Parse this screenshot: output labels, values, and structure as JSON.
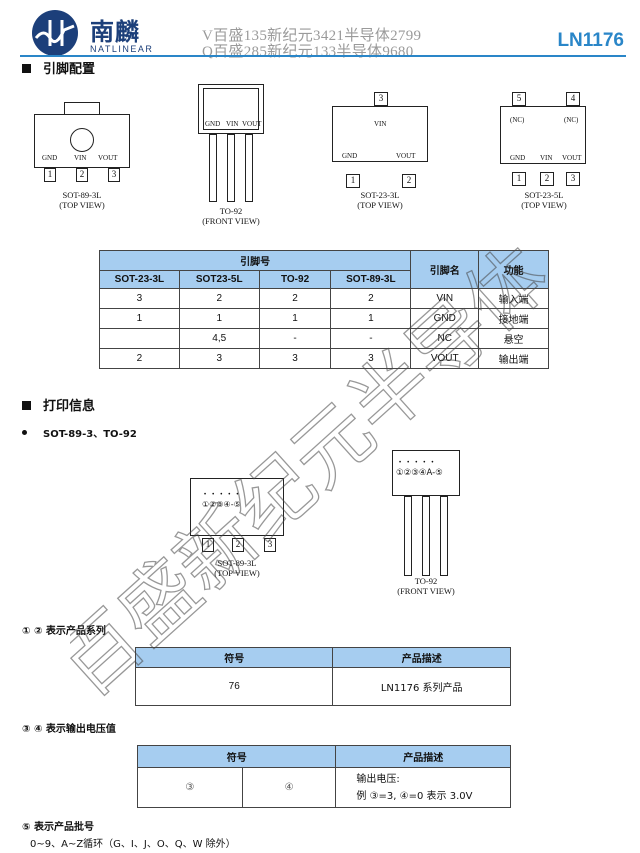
{
  "header": {
    "logo_cn": "南麟",
    "logo_en": "NATLINEAR",
    "contact_line_1": "V百盛135新纪元3421半导体2799",
    "contact_line_2": "Q百盛285新纪元133半导体9680",
    "part_number": "LN1176"
  },
  "section_pinout": {
    "title": "引脚配置"
  },
  "packages": {
    "sot89": {
      "pins": [
        "GND",
        "VIN",
        "VOUT"
      ],
      "numbers": [
        "1",
        "2",
        "3"
      ],
      "caption_1": "SOT-89-3L",
      "caption_2": "(TOP VIEW)"
    },
    "to92": {
      "pins": [
        "GND",
        "VIN",
        "VOUT"
      ],
      "caption_1": "TO-92",
      "caption_2": "(FRONT VIEW)"
    },
    "sot23_3": {
      "top_pin_label": "VIN",
      "top_number": "3",
      "pins": [
        "GND",
        "VOUT"
      ],
      "numbers": [
        "1",
        "2"
      ],
      "caption_1": "SOT-23-3L",
      "caption_2": "(TOP VIEW)"
    },
    "sot23_5": {
      "top_labels": [
        "(NC)",
        "(NC)"
      ],
      "top_numbers": [
        "5",
        "4"
      ],
      "pins": [
        "GND",
        "VIN",
        "VOUT"
      ],
      "numbers": [
        "1",
        "2",
        "3"
      ],
      "caption_1": "SOT-23-5L",
      "caption_2": "(TOP VIEW)"
    }
  },
  "pin_table": {
    "group_header": "引脚号",
    "name_header": "引脚名",
    "function_header": "功能",
    "columns": [
      "SOT-23-3L",
      "SOT23-5L",
      "TO-92",
      "SOT-89-3L"
    ],
    "rows": [
      {
        "cells": [
          "3",
          "2",
          "2",
          "2"
        ],
        "name": "VIN",
        "function": "输入端"
      },
      {
        "cells": [
          "1",
          "1",
          "1",
          "1"
        ],
        "name": "GND",
        "function": "接地端"
      },
      {
        "cells": [
          "",
          "4,5",
          "-",
          "-"
        ],
        "name": "NC",
        "function": "悬空"
      },
      {
        "cells": [
          "2",
          "3",
          "3",
          "3"
        ],
        "name": "VOUT",
        "function": "输出端"
      }
    ]
  },
  "section_marking": {
    "title": "打印信息",
    "bullet": "SOT-89-3、TO-92",
    "sot89_marking": "①②③④-⑤",
    "to92_marking": "①②③④A-⑤",
    "sot89_numbers": [
      "1",
      "2",
      "3"
    ],
    "sot89_caption_1": "SOT-89-3L",
    "sot89_caption_2": "(TOP VIEW)",
    "to92_caption_1": "TO-92",
    "to92_caption_2": "(FRONT VIEW)"
  },
  "series": {
    "title": "① ② 表示产品系列",
    "header_symbol": "符号",
    "header_desc": "产品描述",
    "symbol": "76",
    "desc": "LN1176 系列产品"
  },
  "voltage": {
    "title": "③ ④ 表示输出电压值",
    "header_symbol": "符号",
    "header_desc": "产品描述",
    "symbol_3": "③",
    "symbol_4": "④",
    "desc_line_1": "输出电压:",
    "desc_line_2": "例 ③=3, ④=0 表示 3.0V"
  },
  "batch": {
    "title": "⑤ 表示产品批号",
    "text": "0~9、A~Z循环（G、I、J、O、Q、W 除外）"
  },
  "watermark": {
    "text": "百盛新纪元半导体"
  },
  "colors": {
    "accent": "#2a86c8",
    "table_header": "#a6cdf0",
    "logo": "#1c3f7a"
  }
}
